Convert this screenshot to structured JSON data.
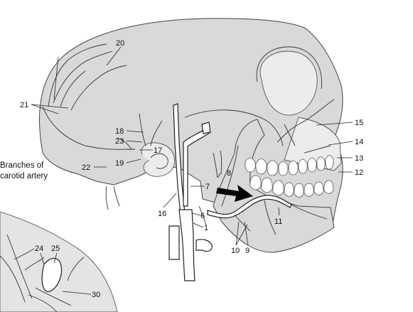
{
  "caption": {
    "line1": "Branches of",
    "line2": "carotid artery"
  },
  "labels": {
    "n1": "1",
    "n6": "6",
    "n7": "7",
    "n8": "8",
    "n9": "9",
    "n10": "10",
    "n11": "11",
    "n12": "12",
    "n13": "13",
    "n14": "14",
    "n15": "15",
    "n16": "16",
    "n17": "17",
    "n18": "18",
    "n19": "19",
    "n20": "20",
    "n21": "21",
    "n22": "22",
    "n23": "23",
    "n24": "24",
    "n25": "25",
    "n30": "30"
  },
  "colors": {
    "skull": "#d9d9d9",
    "lowerPanel": "#e4e4e4",
    "ink": "#222222",
    "arrow": "#000000"
  },
  "icons": {
    "pointer": "black-arrow"
  }
}
